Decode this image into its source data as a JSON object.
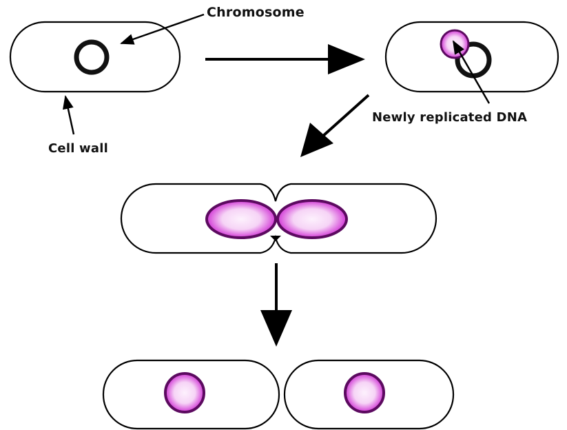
{
  "labels": {
    "chromosome": "Chromosome",
    "cell_wall": "Cell wall",
    "newly_replicated_dna": "Newly replicated DNA"
  },
  "colors": {
    "background": "#ffffff",
    "outline": "#000000",
    "chromosome_original": "#111111",
    "dna_replicated_stroke": "#6a0d6e",
    "dna_replicated_fill_edge": "#d23ad6",
    "dna_replicated_center": "#fbe6fb"
  },
  "stages": [
    {
      "name": "original-cell",
      "chromosomes": 1
    },
    {
      "name": "replicating-cell",
      "chromosomes": 2
    },
    {
      "name": "dividing-cell",
      "chromosomes": 2
    },
    {
      "name": "daughter-cells",
      "chromosomes": 2
    }
  ]
}
